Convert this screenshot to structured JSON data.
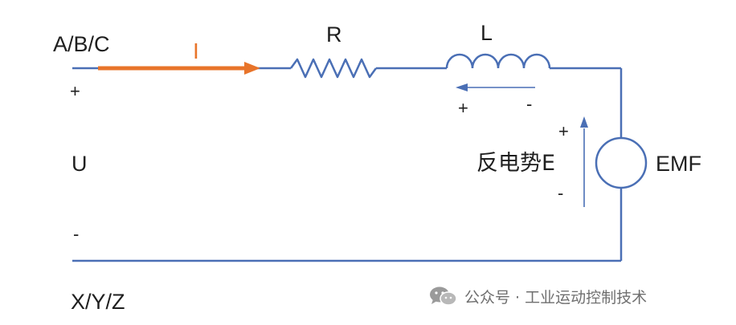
{
  "labels": {
    "phase_input": "A/B/C",
    "phase_output": "X/Y/Z",
    "current": "I",
    "resistor": "R",
    "inductor": "L",
    "voltage": "U",
    "u_plus": "+",
    "u_minus": "-",
    "l_plus": "+",
    "l_minus": "-",
    "e_plus": "+",
    "e_minus": "-",
    "back_emf": "反电势E",
    "emf": "EMF"
  },
  "watermark": {
    "text": "公众号 · 工业运动控制技术",
    "icon": "wechat-icon"
  },
  "colors": {
    "wire": "#4a6fb5",
    "current_arrow": "#e8742a",
    "text": "#1f1f1f",
    "watermark": "#6f6f6f"
  }
}
